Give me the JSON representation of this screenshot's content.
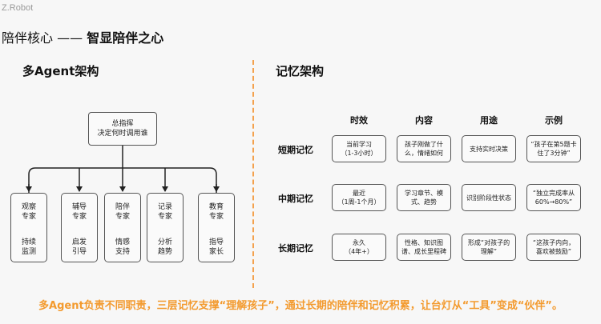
{
  "brand": "Z.Robot",
  "header": {
    "prefix": "陪伴核心 —— ",
    "main": "智显陪伴之心"
  },
  "left": {
    "title": "多Agent架构",
    "commander": {
      "line1": "总指挥",
      "line2": "决定何时调用谁"
    },
    "agents": [
      {
        "role1": "观察",
        "role2": "专家",
        "duty1": "持续",
        "duty2": "监测"
      },
      {
        "role1": "辅导",
        "role2": "专家",
        "duty1": "启发",
        "duty2": "引导"
      },
      {
        "role1": "陪伴",
        "role2": "专家",
        "duty1": "情感",
        "duty2": "支持"
      },
      {
        "role1": "记录",
        "role2": "专家",
        "duty1": "分析",
        "duty2": "趋势"
      },
      {
        "role1": "教育",
        "role2": "专家",
        "duty1": "指导",
        "duty2": "家长"
      }
    ]
  },
  "right": {
    "title": "记忆架构",
    "columns": [
      "时效",
      "内容",
      "用途",
      "示例"
    ],
    "rows": [
      {
        "label": "短期记忆",
        "cells": [
          {
            "l1": "当前学习",
            "l2": "（1-3小时）"
          },
          {
            "l1": "孩子刚做了什么，情绪如何",
            "l2": ""
          },
          {
            "l1": "支持实时决策",
            "l2": ""
          },
          {
            "l1": "“孩子在第5题卡住了3分钟”",
            "l2": ""
          }
        ]
      },
      {
        "label": "中期记忆",
        "cells": [
          {
            "l1": "最近",
            "l2": "（1周-1个月）"
          },
          {
            "l1": "学习章节、模式、趋势",
            "l2": ""
          },
          {
            "l1": "识别阶段性状态",
            "l2": ""
          },
          {
            "l1": "“独立完成率从60%→80%”",
            "l2": ""
          }
        ]
      },
      {
        "label": "长期记忆",
        "cells": [
          {
            "l1": "永久",
            "l2": "（4年+）"
          },
          {
            "l1": "性格、知识图谱、成长里程碑",
            "l2": ""
          },
          {
            "l1": "形成“对孩子的理解”",
            "l2": ""
          },
          {
            "l1": "“这孩子内向，喜欢被鼓励”",
            "l2": ""
          }
        ]
      }
    ]
  },
  "footer": "多Agent负责不同职责，三层记忆支撑“理解孩子”，通过长期的陪伴和记忆积累，让台灯从“工具”变成“伙伴”。"
}
